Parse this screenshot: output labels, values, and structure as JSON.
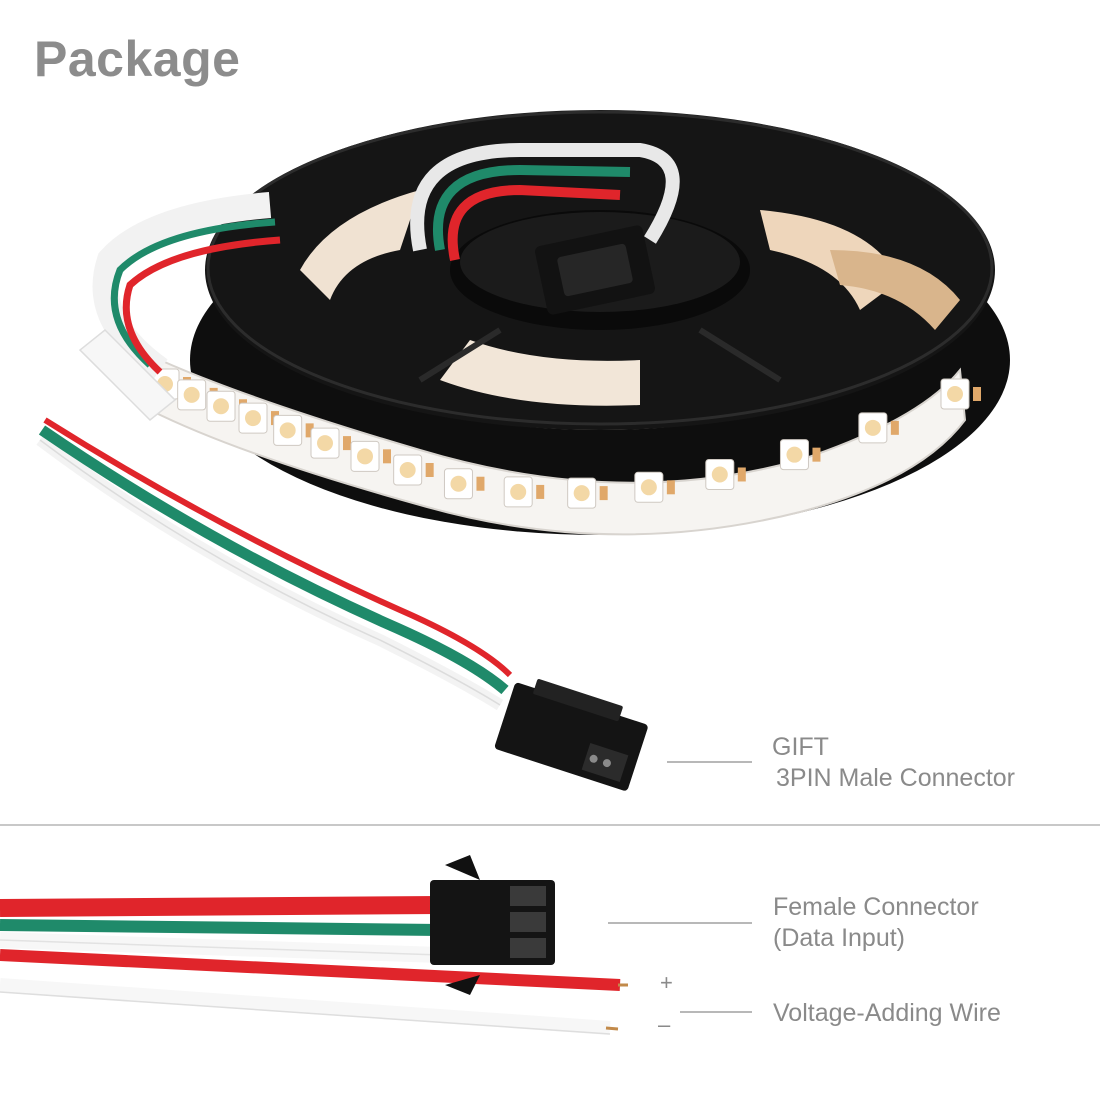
{
  "title": "Package",
  "labels": {
    "gift_line1": "GIFT",
    "gift_line2": "3PIN Male Connector",
    "female_line1": "Female Connector",
    "female_line2": "(Data Input)",
    "plus_sign": "+",
    "minus_sign": "–",
    "voltage": "Voltage-Adding Wire"
  },
  "colors": {
    "text_gray": "#8a8a8a",
    "reel_black": "#111111",
    "strip_white": "#f4f2ef",
    "wire_red": "#e0252b",
    "wire_green": "#1f8a6a",
    "wire_white": "#f6f6f6"
  }
}
